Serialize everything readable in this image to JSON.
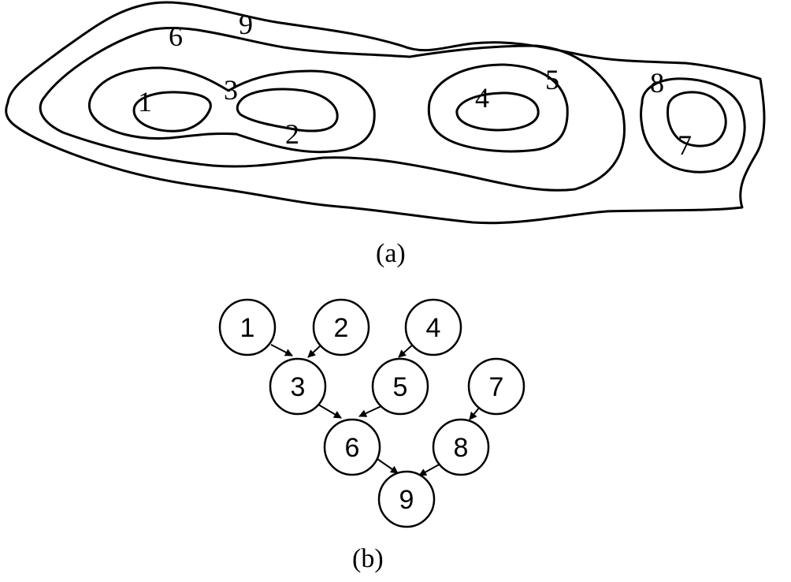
{
  "panel_a": {
    "caption": "(a)",
    "contour_labels": {
      "c1": "1",
      "c2": "2",
      "c3": "3",
      "c4": "4",
      "c5": "5",
      "c6": "6",
      "c7": "7",
      "c8": "8",
      "c9": "9"
    }
  },
  "panel_b": {
    "caption": "(b)",
    "nodes": {
      "n1": "1",
      "n2": "2",
      "n3": "3",
      "n4": "4",
      "n5": "5",
      "n6": "6",
      "n7": "7",
      "n8": "8",
      "n9": "9"
    },
    "edges": [
      [
        "1",
        "3"
      ],
      [
        "2",
        "3"
      ],
      [
        "4",
        "5"
      ],
      [
        "3",
        "6"
      ],
      [
        "5",
        "6"
      ],
      [
        "7",
        "8"
      ],
      [
        "6",
        "9"
      ],
      [
        "8",
        "9"
      ]
    ]
  }
}
